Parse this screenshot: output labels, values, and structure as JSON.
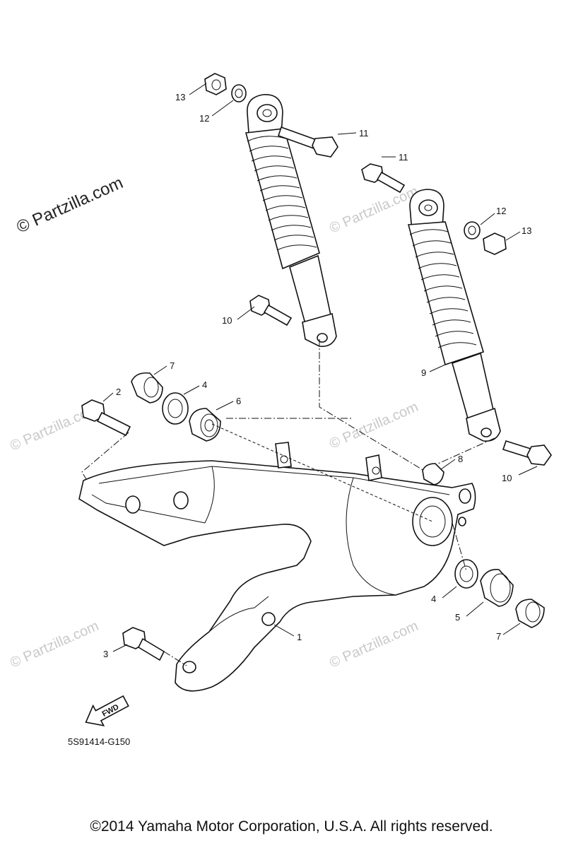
{
  "watermark": {
    "main": "© Partzilla.com",
    "repeat": "© Partzilla.com"
  },
  "callouts": {
    "c13a": "13",
    "c12a": "12",
    "c11a": "11",
    "c11b": "11",
    "c12b": "12",
    "c13b": "13",
    "c10a": "10",
    "c9": "9",
    "c10b": "10",
    "c8": "8",
    "c7a": "7",
    "c2": "2",
    "c4a": "4",
    "c6": "6",
    "c4b": "4",
    "c5": "5",
    "c7b": "7",
    "c1": "1",
    "c3": "3"
  },
  "fwd_label": "FWD",
  "diagram_code": "5S91414-G150",
  "copyright": "©2014  Yamaha Motor Corporation, U.S.A. All rights reserved."
}
